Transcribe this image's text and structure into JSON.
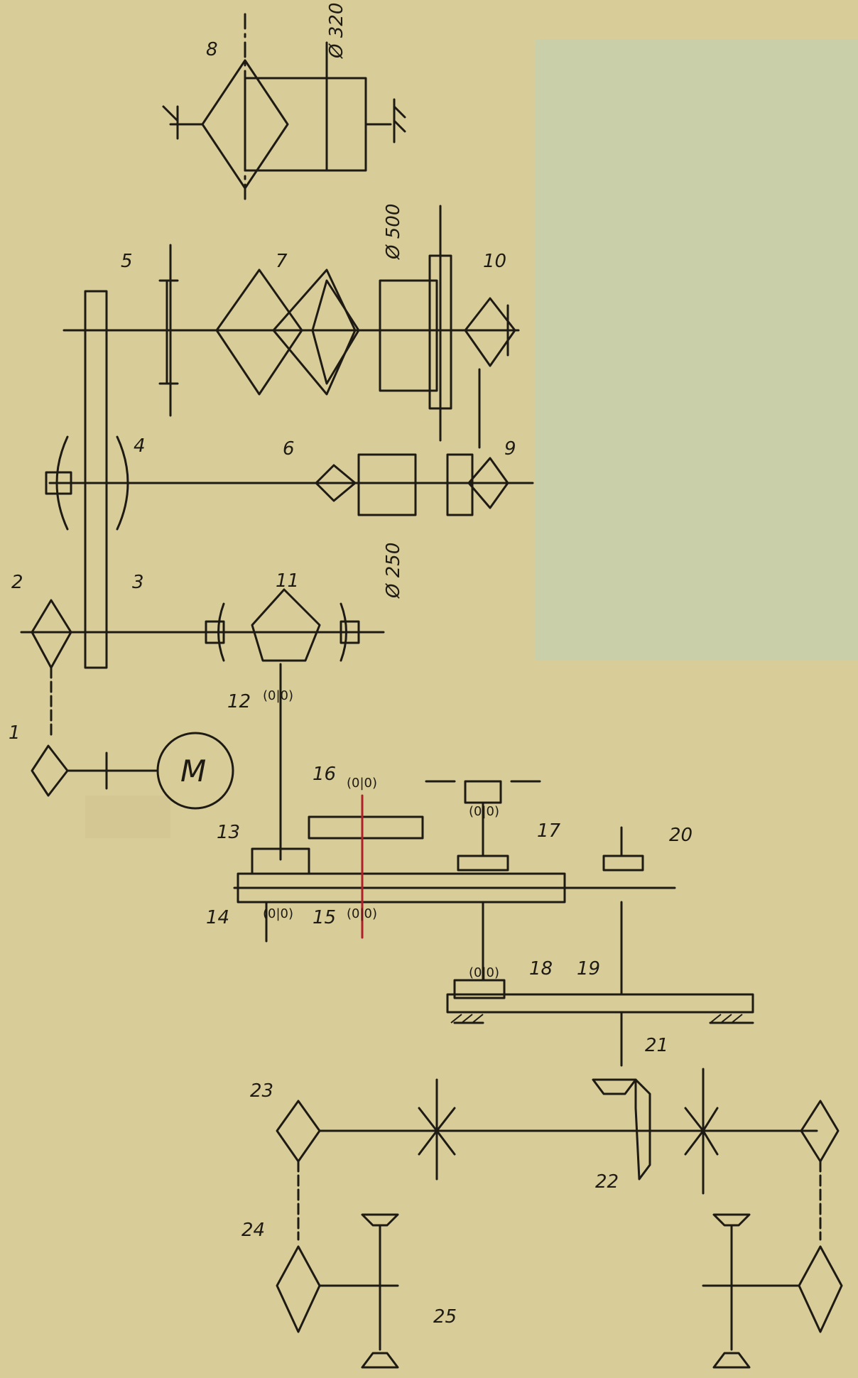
{
  "diagram": {
    "motor_label": "M",
    "part_numbers": [
      "1",
      "2",
      "3",
      "4",
      "5",
      "6",
      "7",
      "8",
      "9",
      "10",
      "11",
      "12",
      "13",
      "14",
      "15",
      "16",
      "17",
      "18",
      "19",
      "20",
      "21",
      "22",
      "23",
      "24",
      "25"
    ],
    "dimensions": {
      "d320": "Ø 320",
      "d500": "Ø 500",
      "d250": "Ø 250"
    },
    "bearing_mark": "(0|0)",
    "colors": {
      "paper": "#d8cc99",
      "ink": "#1e1a14",
      "redacted_panel": "#c9cfa8",
      "red_shaft": "#b0202a"
    }
  }
}
